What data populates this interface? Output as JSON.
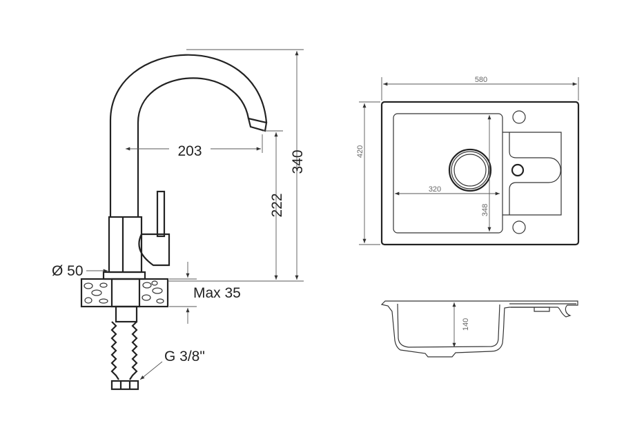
{
  "faucet": {
    "spout_reach": "203",
    "total_height": "340",
    "spout_height": "222",
    "diameter": "Ø 50",
    "max_thickness": "Max 35",
    "connection": "G 3/8\""
  },
  "sink_top": {
    "width": "580",
    "depth": "420",
    "bowl_width": "320",
    "bowl_length": "348"
  },
  "sink_side": {
    "bowl_depth": "140"
  }
}
